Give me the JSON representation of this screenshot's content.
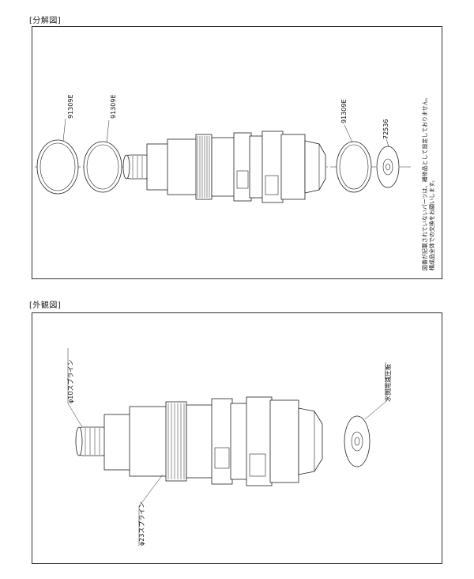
{
  "exploded_view": {
    "title": "[分解図]",
    "labels": {
      "oring_1": "91309E",
      "oring_2": "91309E",
      "oring_3": "91309E",
      "plate": "72536"
    },
    "note_line1": "図番が記載されていないパーツは、補修品として設定しておりません。",
    "note_line2": "構成品全体での交換をお願いします。"
  },
  "external_view": {
    "title": "[外観図]",
    "labels": {
      "spline_10": "φ10スプライン",
      "spline_23": "φ23スプライン",
      "pressure_plate": "水側用減圧板"
    }
  }
}
